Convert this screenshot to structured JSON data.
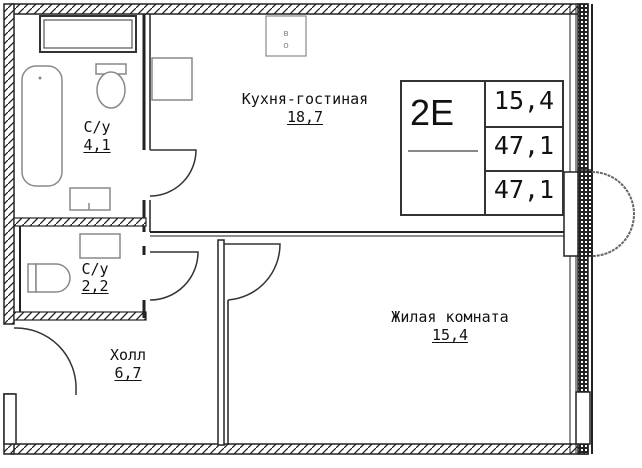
{
  "plan": {
    "apartment_code": "2E",
    "specs": [
      {
        "name": "living-area",
        "value": "15,4"
      },
      {
        "name": "total-area",
        "value": "47,1"
      },
      {
        "name": "total-area-with-balcony",
        "value": "47,1"
      }
    ],
    "rooms": [
      {
        "name": "Кухня-гостиная",
        "area": "18,7"
      },
      {
        "name": "С/у",
        "area": "4,1"
      },
      {
        "name": "С/у",
        "area": "2,2"
      },
      {
        "name": "Холл",
        "area": "6,7"
      },
      {
        "name": "Жилая комната",
        "area": "15,4"
      }
    ],
    "shaft_label": "в\nо",
    "colors": {
      "wall": "#1a1a1a",
      "fixture": "#888888",
      "background": "#ffffff"
    }
  }
}
